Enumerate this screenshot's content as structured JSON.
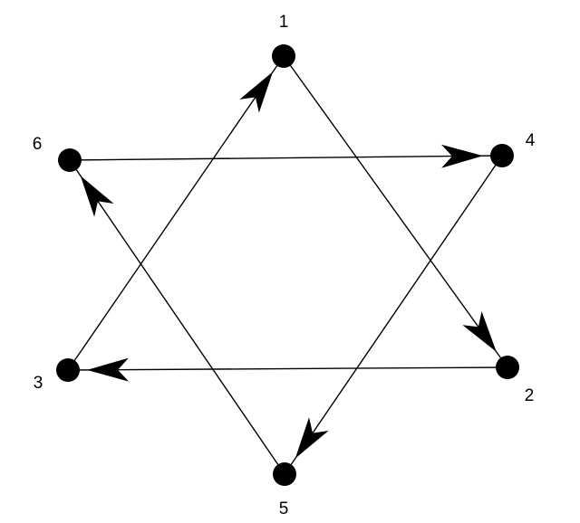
{
  "diagram": {
    "nodes": [
      {
        "id": "1",
        "label": "1"
      },
      {
        "id": "2",
        "label": "2"
      },
      {
        "id": "3",
        "label": "3"
      },
      {
        "id": "4",
        "label": "4"
      },
      {
        "id": "5",
        "label": "5"
      },
      {
        "id": "6",
        "label": "6"
      }
    ],
    "edges": [
      {
        "from": "1",
        "to": "2"
      },
      {
        "from": "2",
        "to": "3"
      },
      {
        "from": "3",
        "to": "1"
      },
      {
        "from": "6",
        "to": "4"
      },
      {
        "from": "4",
        "to": "5"
      },
      {
        "from": "5",
        "to": "6"
      }
    ],
    "colors": {
      "ink": "#000000",
      "background": "#ffffff"
    }
  }
}
